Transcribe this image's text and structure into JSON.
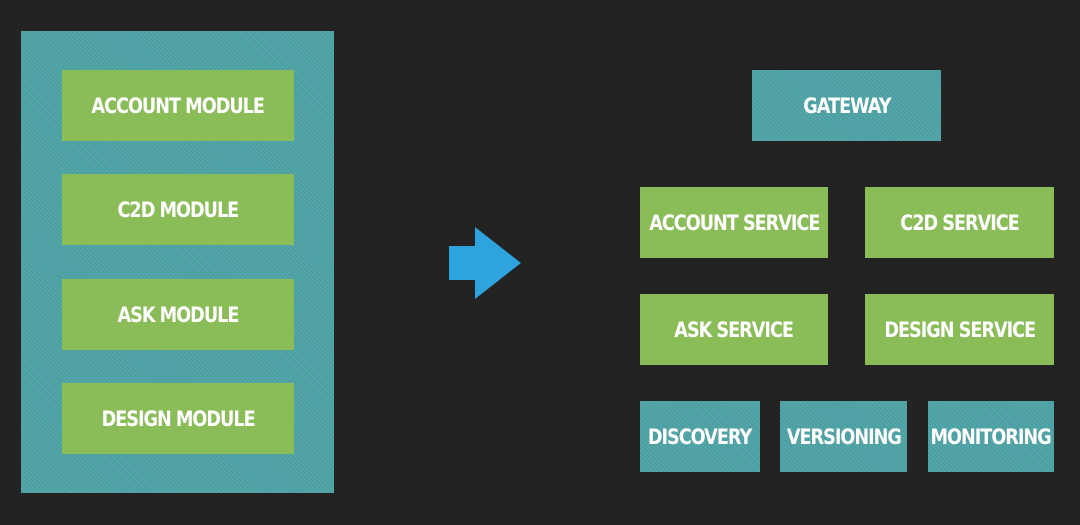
{
  "monolith": {
    "modules": [
      {
        "label": "ACCOUNT MODULE"
      },
      {
        "label": "C2D MODULE"
      },
      {
        "label": "ASK MODULE"
      },
      {
        "label": "DESIGN MODULE"
      }
    ]
  },
  "arrow": {
    "icon": "arrow-right-icon",
    "color": "#2ea3dd"
  },
  "microservices": {
    "gateway": "GATEWAY",
    "services": [
      {
        "label": "ACCOUNT SERVICE"
      },
      {
        "label": "C2D SERVICE"
      },
      {
        "label": "ASK SERVICE"
      },
      {
        "label": "DESIGN SERVICE"
      }
    ],
    "infrastructure": [
      {
        "label": "DISCOVERY"
      },
      {
        "label": "VERSIONING"
      },
      {
        "label": "MONITORING"
      }
    ]
  },
  "colors": {
    "background": "#232323",
    "module_green": "#8abd58",
    "infra_teal": "#4a9fa2",
    "arrow_blue": "#2ea3dd",
    "text": "#ffffff"
  }
}
